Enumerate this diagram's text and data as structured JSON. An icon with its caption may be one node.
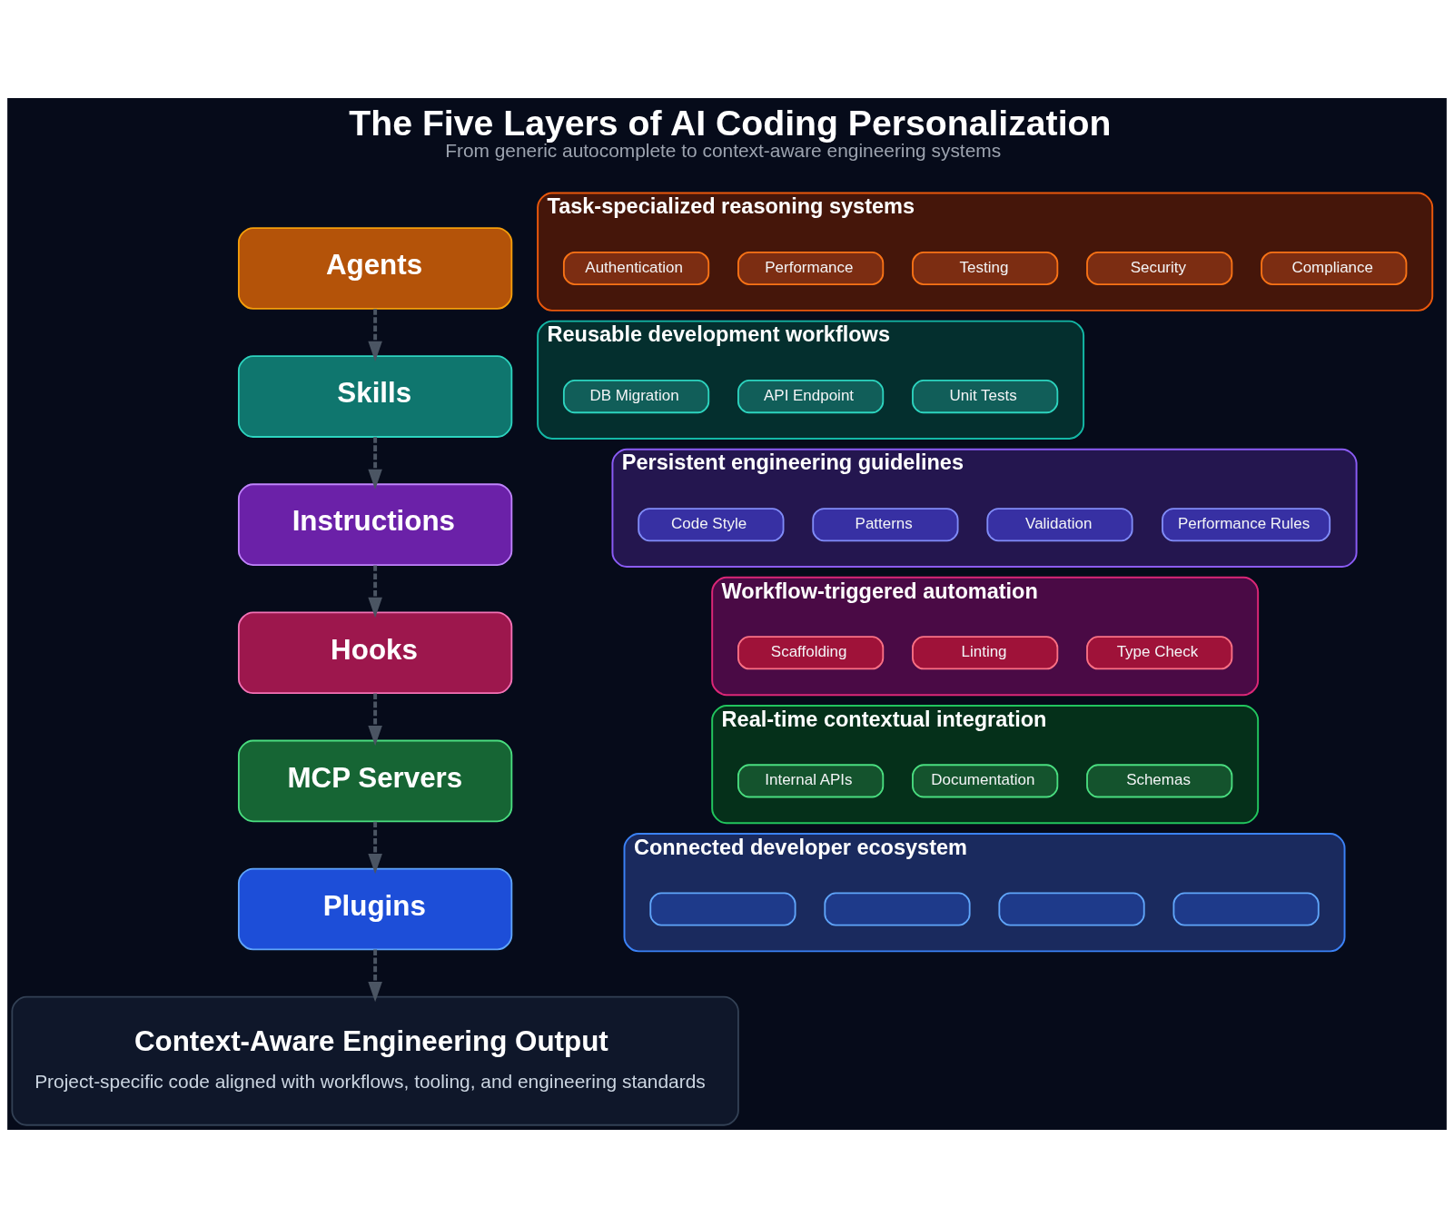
{
  "diagram": {
    "title": "The Five Layers of AI Coding Personalization",
    "caption": "From generic autocomplete to context-aware engineering systems",
    "nodes": [
      {
        "text": [
          "Agents"
        ]
      },
      {
        "text": [
          "Task-specialized reasoning systems"
        ]
      },
      {
        "text": [
          "Authentication"
        ],
        "in": 1
      },
      {
        "text": [
          "Performance"
        ],
        "in": 1
      },
      {
        "text": [
          "Testing"
        ],
        "in": 1
      },
      {
        "text": [
          "Security"
        ],
        "in": 1
      },
      {
        "text": [
          "Compliance"
        ],
        "in": 1
      },
      {
        "text": [
          "Skills"
        ]
      },
      {
        "text": [
          "Reusable development workflows"
        ]
      },
      {
        "text": [
          "DB Migration"
        ],
        "in": 8
      },
      {
        "text": [
          "API Endpoint"
        ],
        "in": 8
      },
      {
        "text": [
          "Unit Tests"
        ],
        "in": 8
      },
      {
        "text": [
          "Instructions"
        ]
      },
      {
        "text": [
          "Persistent engineering guidelines"
        ]
      },
      {
        "text": [
          "Code Style"
        ],
        "in": 13
      },
      {
        "text": [
          "Patterns"
        ],
        "in": 13
      },
      {
        "text": [
          "Validation"
        ],
        "in": 13
      },
      {
        "text": [
          "Performance Rules"
        ],
        "in": 13
      },
      {
        "text": [
          "Hooks"
        ]
      },
      {
        "text": [
          "Workflow-triggered automation"
        ]
      },
      {
        "text": [
          "Scaffolding"
        ],
        "in": 19
      },
      {
        "text": [
          "Linting"
        ],
        "in": 19
      },
      {
        "text": [
          "Type Check"
        ],
        "in": 19
      },
      {
        "text": [
          "MCP Servers"
        ]
      },
      {
        "text": [
          "Real-time contextual integration"
        ]
      },
      {
        "text": [
          "Internal APIs"
        ],
        "in": 24
      },
      {
        "text": [
          "Documentation"
        ],
        "in": 24
      },
      {
        "text": [
          "Schemas"
        ],
        "in": 24
      },
      {
        "text": [
          "Plugins"
        ]
      },
      {
        "text": [
          "Connected developer ecosystem"
        ]
      },
      {
        "text": [],
        "shape": "box",
        "in": 29
      },
      {
        "text": [],
        "shape": "box",
        "in": 29
      },
      {
        "text": [],
        "shape": "box",
        "in": 29
      },
      {
        "text": [],
        "shape": "box",
        "in": 29
      },
      {
        "text": [
          "Context-Aware Engineering Output",
          "Project-specific code aligned with workflows, tooling, and engineering standards"
        ]
      }
    ],
    "edges": [
      {
        "from": 0,
        "to": 7,
        "arrow": "to",
        "style": "dashed"
      },
      {
        "from": 7,
        "to": 12,
        "arrow": "to",
        "style": "dashed"
      },
      {
        "from": 12,
        "to": 18,
        "arrow": "to",
        "style": "dashed"
      },
      {
        "from": 18,
        "to": 23,
        "arrow": "to",
        "style": "dashed"
      },
      {
        "from": 23,
        "to": 28,
        "arrow": "to",
        "style": "dashed"
      },
      {
        "from": 28,
        "to": 34,
        "arrow": "to",
        "style": "dashed"
      }
    ]
  }
}
